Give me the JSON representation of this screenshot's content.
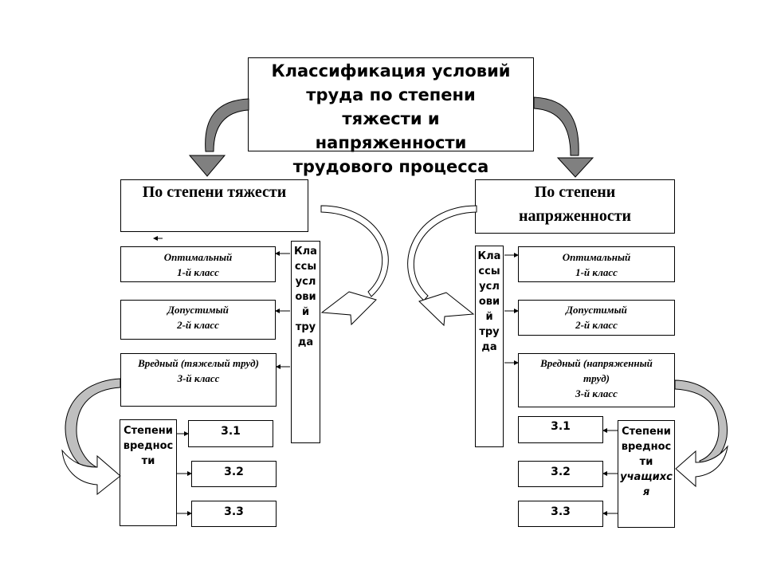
{
  "title": [
    "Классификация условий",
    "труда по степени",
    "тяжести и",
    "напряженности",
    "трудового процесса"
  ],
  "left": {
    "header": "По степени тяжести",
    "classes_label": [
      "Кла",
      "ссы",
      "усл",
      "ови",
      "й",
      "тру",
      "да"
    ],
    "items": [
      {
        "line1": "Оптимальный",
        "line2": "1-й класс"
      },
      {
        "line1": "Допустимый",
        "line2": "2-й класс"
      },
      {
        "line1": "Вредный (тяжелый труд)",
        "line2": "3-й класс"
      }
    ],
    "degrees_label": [
      "Степени",
      "вреднос",
      "ти"
    ],
    "subclasses": [
      "3.1",
      "3.2",
      "3.3"
    ]
  },
  "right": {
    "header": [
      "По степени",
      "напряженности"
    ],
    "classes_label": [
      "Кла",
      "ссы",
      "усл",
      "ови",
      "й",
      "тру",
      "да"
    ],
    "items": [
      {
        "lines": [
          "Оптимальный",
          "1-й класс"
        ]
      },
      {
        "lines": [
          "Допустимый",
          "2-й класс"
        ]
      },
      {
        "lines": [
          "Вредный  (напряженный",
          "труд)",
          "3-й класс"
        ]
      }
    ],
    "degrees_label": [
      "Степени",
      "вреднос",
      "ти",
      "учащихс",
      "я"
    ],
    "subclasses": [
      "3.1",
      "3.2",
      "3.3"
    ]
  },
  "colors": {
    "arrow_gray": "#808080",
    "arrow_light": "#bfbfbf",
    "line": "#000000"
  }
}
